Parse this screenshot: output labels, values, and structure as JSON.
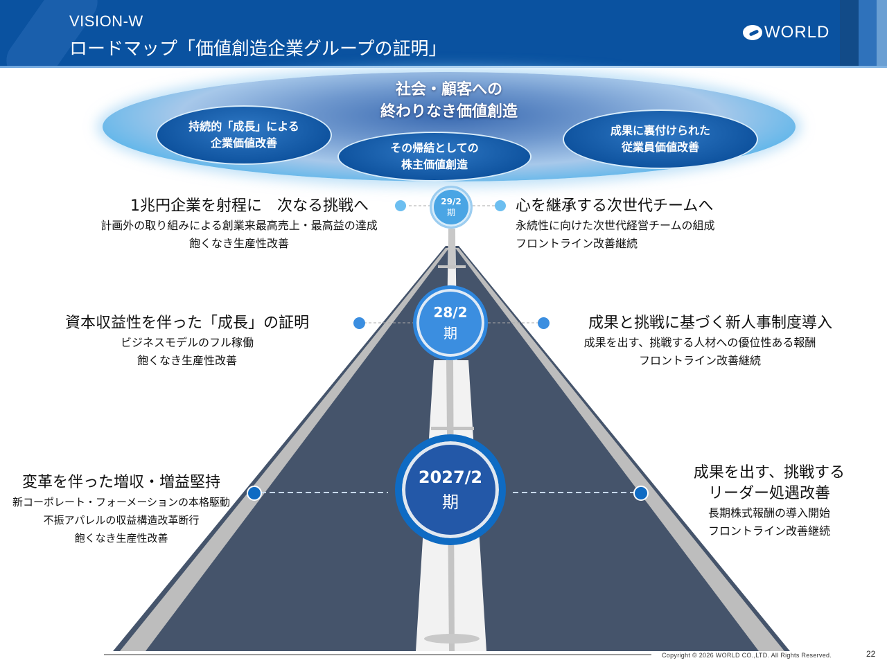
{
  "header": {
    "title_line1": "VISION-W",
    "title_line2": "ロードマップ「価値創造企業グループの証明」",
    "logo_text": "WORLD",
    "logo_icon": "world-logo-mark"
  },
  "vision": {
    "center_line1": "社会・顧客への",
    "center_line2": "終わりなき価値創造",
    "pills": [
      {
        "line1": "持続的「成長」による",
        "line2": "企業価値改善"
      },
      {
        "line1": "その帰結としての",
        "line2": "株主価値創造"
      },
      {
        "line1": "成果に裏付けられた",
        "line2": "従業員価値改善"
      }
    ]
  },
  "milestones": [
    {
      "period_line1": "29/2",
      "period_line2": "期",
      "left": {
        "heading": "1兆円企業を射程に　次なる挑戦へ",
        "lines": [
          "計画外の取り組みによる創業来最高売上・最高益の達成",
          "飽くなき生産性改善"
        ]
      },
      "right": {
        "heading": "心を継承する次世代チームへ",
        "lines": [
          "永続性に向けた次世代経営チームの組成",
          "フロントライン改善継続"
        ]
      }
    },
    {
      "period_line1": "28/2",
      "period_line2": "期",
      "left": {
        "heading": "資本収益性を伴った「成長」の証明",
        "lines": [
          "ビジネスモデルのフル稼働",
          "飽くなき生産性改善"
        ]
      },
      "right": {
        "heading": "成果と挑戦に基づく新人事制度導入",
        "lines": [
          "成果を出す、挑戦する人材への優位性ある報酬",
          "フロントライン改善継続"
        ]
      }
    },
    {
      "period_line1": "2027/2",
      "period_line2": "期",
      "left": {
        "heading": "変革を伴った増収・増益堅持",
        "lines": [
          "新コーポレート・フォーメーションの本格駆動",
          "不振アパレルの収益構造改革断行",
          "飽くなき生産性改善"
        ]
      },
      "right": {
        "heading_line1": "成果を出す、挑戦する",
        "heading_line2": "リーダー処遇改善",
        "lines": [
          "長期株式報酬の導入開始",
          "フロントライン改善継続"
        ]
      }
    }
  ],
  "footer": {
    "copyright": "Copyright © 2026 WORLD CO.,LTD. All Rights Reserved.",
    "page_number": "22"
  },
  "colors": {
    "header_bg": "#0a52a0",
    "road": "#45546b",
    "road_edge": "#bdbdbd",
    "node_29": "#4aa5e4",
    "node_28": "#3b8ee0",
    "node_27": "#2358a8"
  }
}
